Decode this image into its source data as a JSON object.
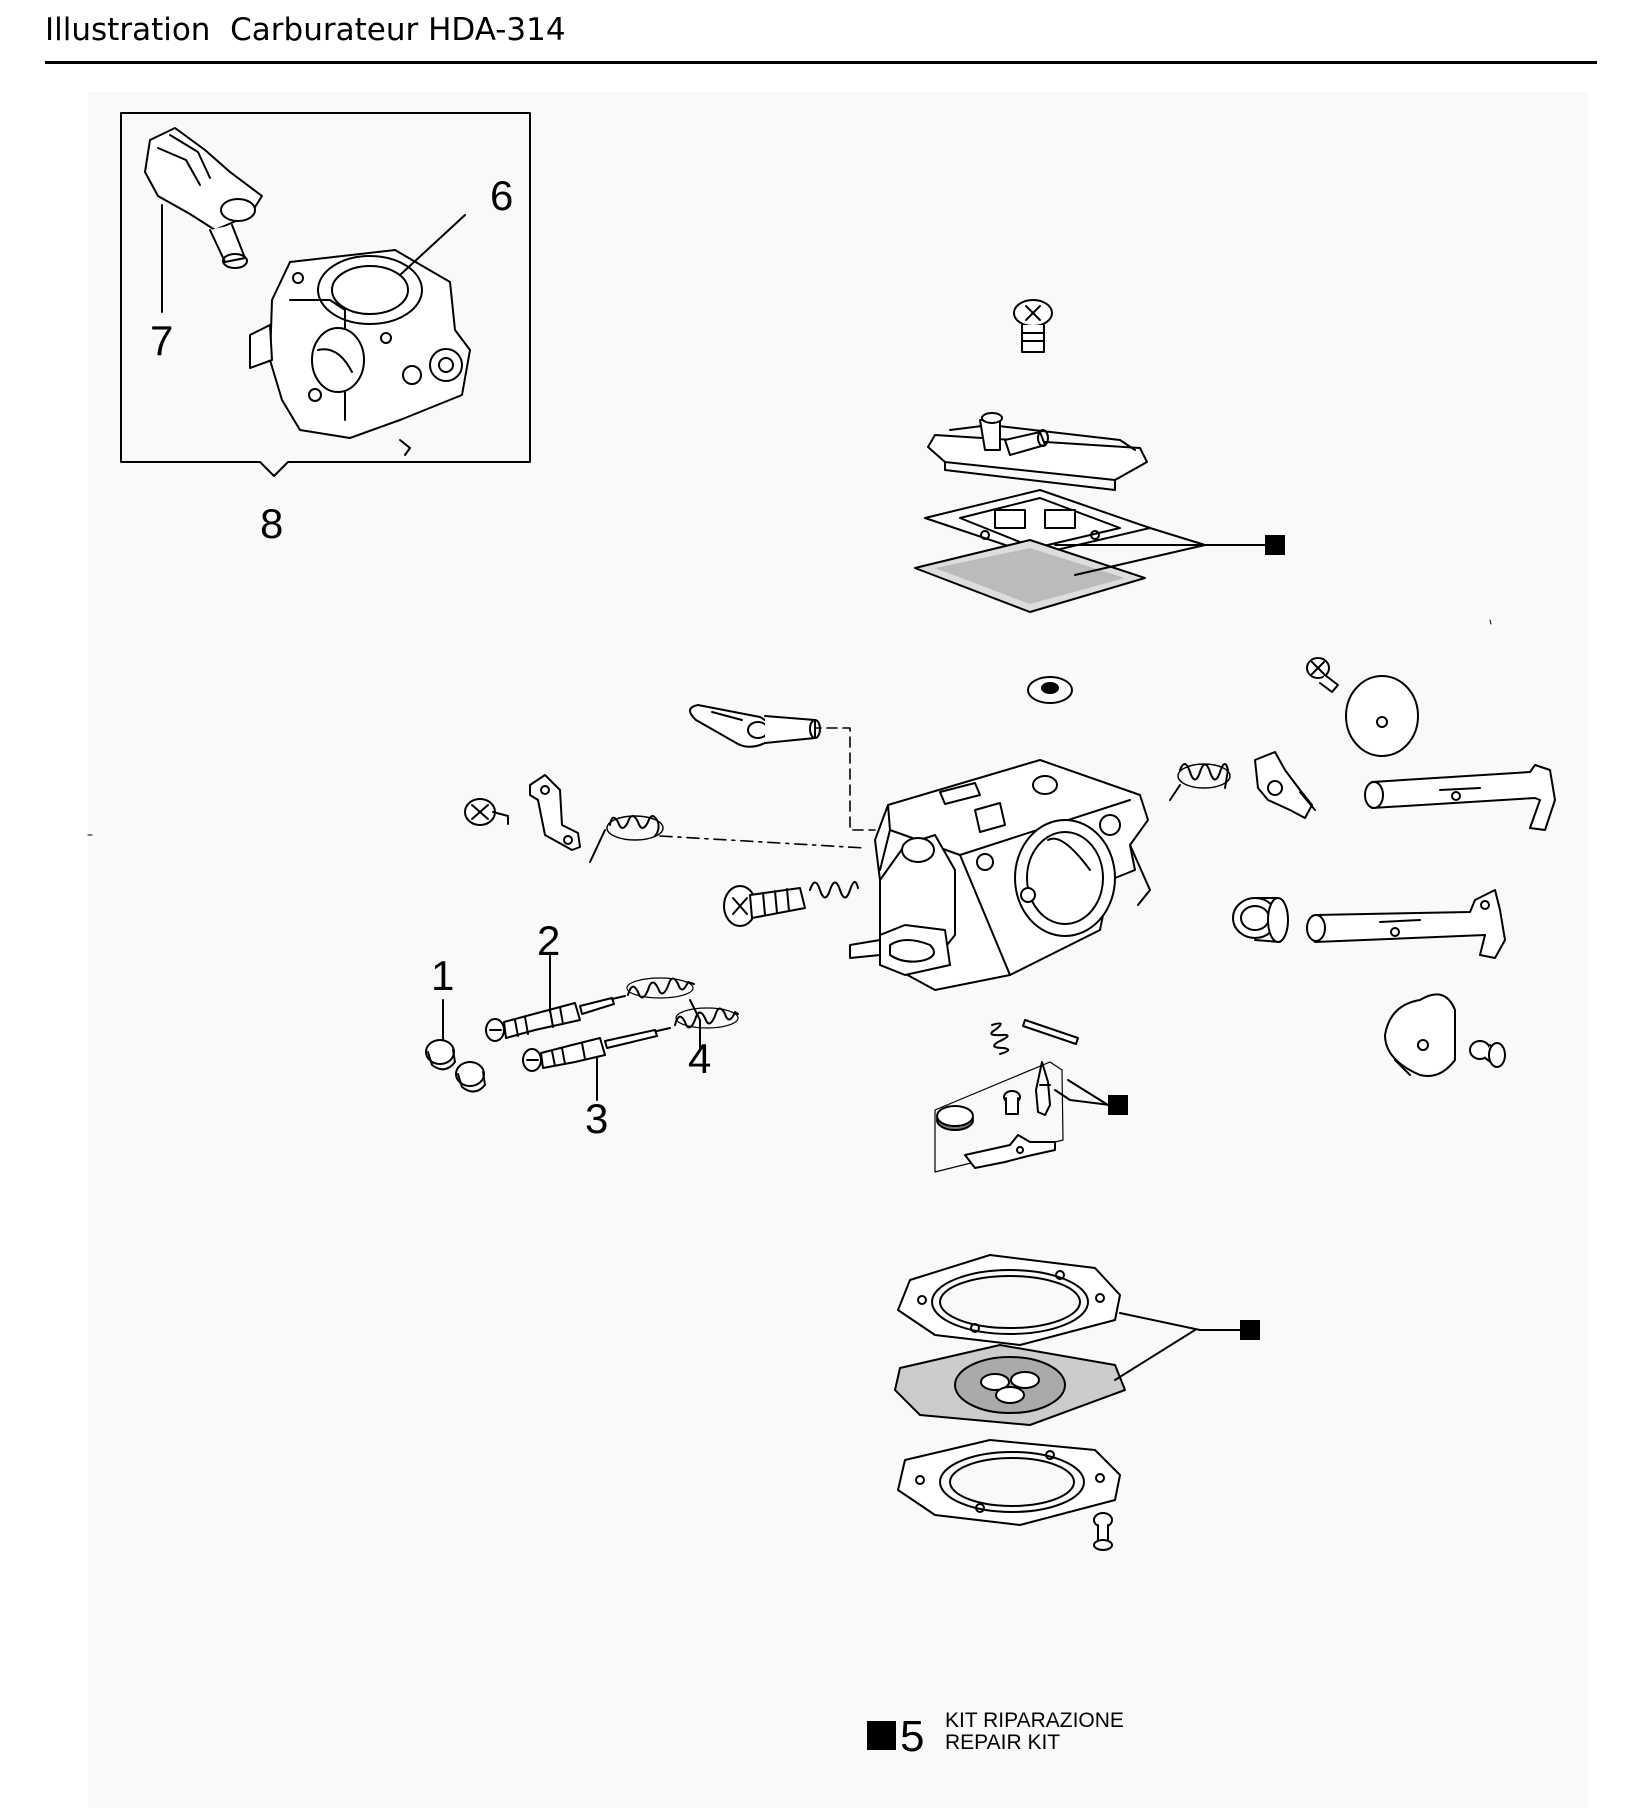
{
  "header": {
    "title": "Illustration  Carburateur HDA-314"
  },
  "callouts": {
    "c1": "1",
    "c2": "2",
    "c3": "3",
    "c4": "4",
    "c6": "6",
    "c7": "7",
    "c8": "8"
  },
  "legend": {
    "number": "5",
    "line1": "KIT RIPARAZIONE",
    "line2": "REPAIR KIT"
  }
}
